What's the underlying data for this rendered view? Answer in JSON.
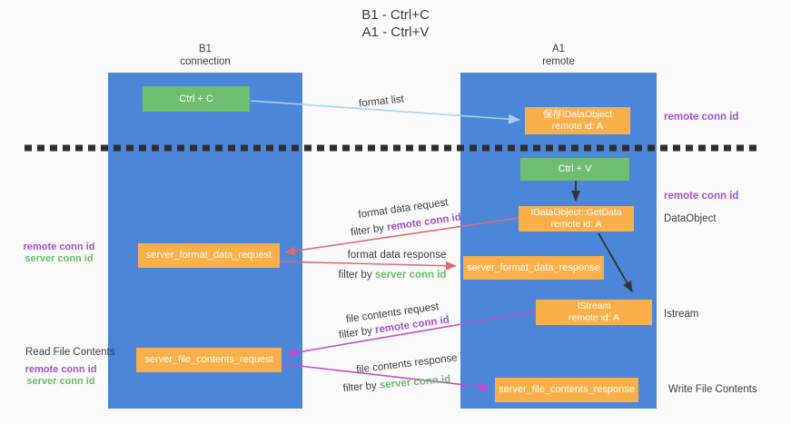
{
  "title": {
    "line1": "B1 - Ctrl+C",
    "line2": "A1 - Ctrl+V"
  },
  "lanes": {
    "left": {
      "title": "B1",
      "subtitle": "connection"
    },
    "right": {
      "title": "A1",
      "subtitle": "remote"
    }
  },
  "boxes": {
    "ctrl_c": {
      "label": "Ctrl + C"
    },
    "save_dataobject": {
      "line1": "保存IDataObject",
      "line2": "remote id: A"
    },
    "ctrl_v": {
      "label": "Ctrl + V"
    },
    "getdata": {
      "line1": "IDataObject::GetData",
      "line2": "remote id: A"
    },
    "server_format_data_request": {
      "label": "server_format_data_request"
    },
    "server_format_data_response": {
      "label": "server_format_data_response"
    },
    "istream": {
      "line1": "IStream",
      "line2": "remote id: A"
    },
    "server_file_contents_request": {
      "label": "server_file_contents_request"
    },
    "server_file_contents_response": {
      "label": "server_file_contents_response"
    }
  },
  "flow_labels": {
    "format_list": "format list",
    "format_data_request": "format data request",
    "format_data_response": "format data response",
    "file_contents_request": "file contents request",
    "file_contents_response": "file contents response",
    "filter_by": "filter by",
    "remote_conn_id": "remote conn id",
    "server_conn_id": "server conn id"
  },
  "side_labels": {
    "remote_conn_id": "remote conn id",
    "server_conn_id": "server conn id",
    "dataobject": "DataObject",
    "istream": "Istream",
    "read_file_contents": "Read File Contents",
    "write_file_contents": "Write File Contents"
  },
  "colors": {
    "lane_blue": "#4c86d9",
    "box_green": "#6fbe70",
    "box_orange": "#f9b04b",
    "arrow_blue": "#a5d3f2",
    "arrow_red": "#e0696f",
    "arrow_magenta": "#c44fc4",
    "arrow_black": "#333333",
    "divider_dark": "#2e2e2e",
    "text_dark": "#3d3d3d",
    "text_purple": "#a84fc8",
    "text_green": "#69bd68"
  }
}
